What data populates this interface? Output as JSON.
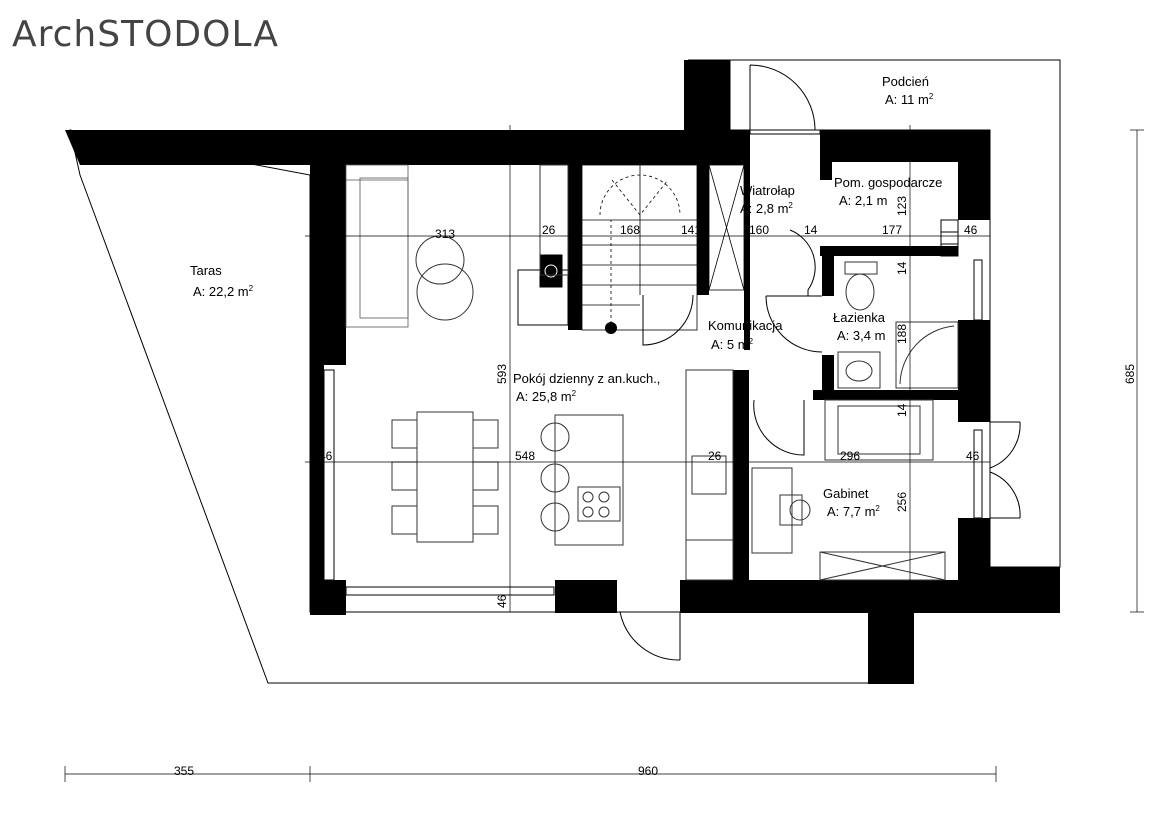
{
  "brand": {
    "logo_text": "ArchSTODOLA"
  },
  "rooms": [
    {
      "name": "Podcień",
      "area": "A: 11 m",
      "unit_sup": "2"
    },
    {
      "name": "Wiatrołap",
      "area": "A: 2,8 m",
      "unit_sup": "2"
    },
    {
      "name": "Pom. gospodarcze",
      "area": "A: 2,1 m",
      "unit_sup": ""
    },
    {
      "name": "Taras",
      "area": "A: 22,2 m",
      "unit_sup": "2"
    },
    {
      "name": "Komunikacja",
      "area": "A: 5 m",
      "unit_sup": "2"
    },
    {
      "name": "Łazienka",
      "area": "A: 3,4 m",
      "unit_sup": ""
    },
    {
      "name": "Pokój dzienny z an.kuch.,",
      "area": "A: 25,8 m",
      "unit_sup": "2"
    },
    {
      "name": "Gabinet",
      "area": "A: 7,7 m",
      "unit_sup": "2"
    }
  ],
  "dimensions": {
    "wall_top": "46",
    "wall_top_right": "46",
    "wall_left_upper": "46",
    "living_width_upper": "313",
    "stair_wall": "26",
    "stair_width": "168",
    "wall_141": "141",
    "hall_width": "160",
    "wall_14_a": "14",
    "utility_width": "177",
    "wall_right_upper": "46",
    "utility_height": "123",
    "wall_14_b": "14",
    "bath_height": "188",
    "wall_14_c": "14",
    "living_height": "593",
    "wall_left_lower": "46",
    "living_width_lower": "548",
    "kitchen_wall": "26",
    "study_width": "296",
    "wall_right_lower": "46",
    "study_height": "256",
    "wall_bottom": "46",
    "wall_bottom_right": "46",
    "overall_height": "685",
    "terrace_width": "355",
    "house_width": "960"
  },
  "colors": {
    "wall": "#000000",
    "furniture": "#555555",
    "logo": "#444444"
  }
}
